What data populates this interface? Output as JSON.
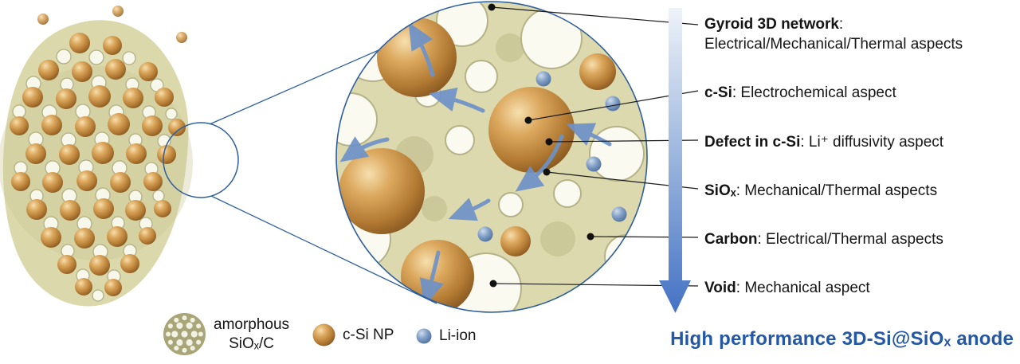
{
  "figure_type": "graphical-abstract-diagram",
  "annotations": [
    {
      "term": "Gyroid 3D network",
      "rest": ":\nElectrical/Mechanical/Thermal aspects"
    },
    {
      "term": "c-Si",
      "rest": ": Electrochemical aspect"
    },
    {
      "term": "Defect in c-Si",
      "rest": ": Li⁺ diffusivity aspect"
    },
    {
      "term": "SiOₓ",
      "rest": ": Mechanical/Thermal aspects"
    },
    {
      "term": "Carbon",
      "rest": ": Electrical/Thermal aspects"
    },
    {
      "term": "Void",
      "rest": ": Mechanical aspect"
    }
  ],
  "headline": "High performance 3D-Si@SiOₓ anode",
  "legend": {
    "items": [
      {
        "icon": "gyroid-network-icon",
        "label": "amorphous\nSiOₓ/C"
      },
      {
        "icon": "c-si-nanoparticle-icon",
        "label": "c-Si NP"
      },
      {
        "icon": "li-ion-icon",
        "label": "Li-ion"
      }
    ]
  },
  "colors": {
    "headline_blue": "#2457a5",
    "lens_outline_blue": "#2e5f9e",
    "diffusion_arrow_blue": "#6e92c8",
    "flow_arrow_gradient_top": "#eef3fa",
    "flow_arrow_gradient_bottom": "#4472c4",
    "gyroid_olive": "#dbd8ab",
    "c_si_bronze": "#b27a33",
    "li_ion_blue": "#84a2c8",
    "callout_black": "#1b1b1b"
  }
}
